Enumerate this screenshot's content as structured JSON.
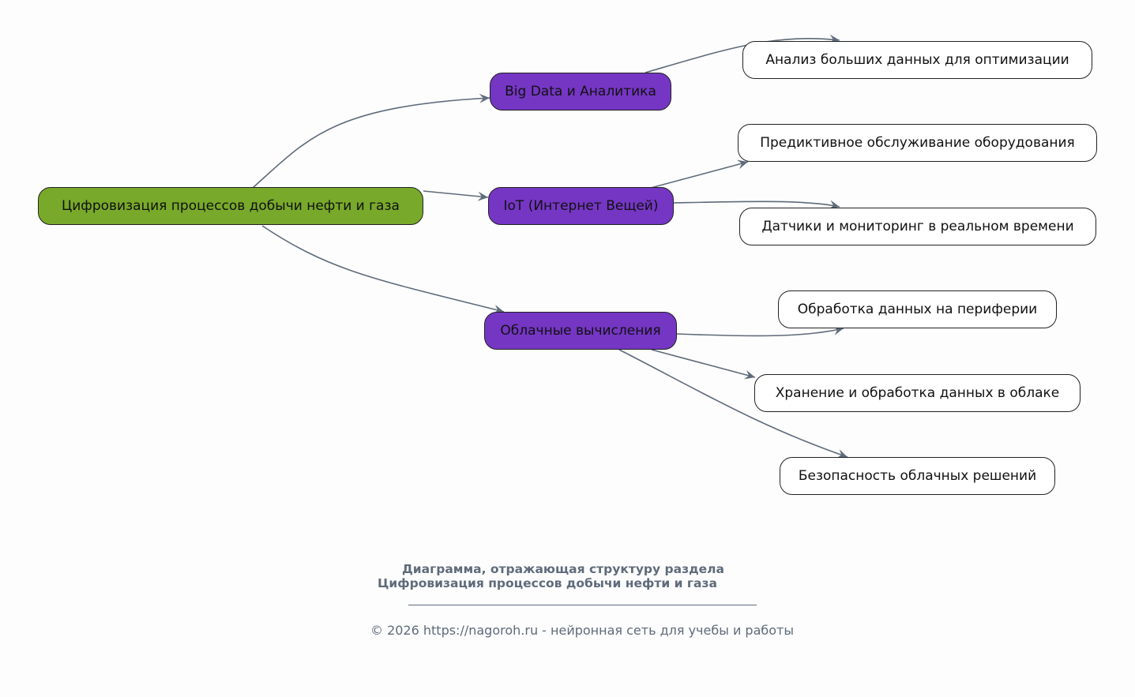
{
  "diagram": {
    "root": {
      "id": "root",
      "label": "Цифровизация процессов добычи нефти и газа",
      "color": "#78a92a"
    },
    "branches": [
      {
        "id": "bigdata",
        "label": "Big Data и Аналитика",
        "color": "#7536c4",
        "children": [
          {
            "id": "bigdata-1",
            "label": "Анализ больших данных для оптимизации"
          }
        ]
      },
      {
        "id": "iot",
        "label": "IoT (Интернет Вещей)",
        "color": "#7536c4",
        "children": [
          {
            "id": "iot-1",
            "label": "Предиктивное обслуживание оборудования"
          },
          {
            "id": "iot-2",
            "label": "Датчики и мониторинг в реальном времени"
          }
        ]
      },
      {
        "id": "cloud",
        "label": "Облачные вычисления",
        "color": "#7536c4",
        "children": [
          {
            "id": "cloud-1",
            "label": "Обработка данных на периферии"
          },
          {
            "id": "cloud-2",
            "label": "Хранение и обработка данных в облаке"
          },
          {
            "id": "cloud-3",
            "label": "Безопасность облачных решений"
          }
        ]
      }
    ],
    "edge_color": "#5f6b7a"
  },
  "caption": {
    "line1": "Диаграмма, отражающая структуру раздела",
    "line2": "Цифровизация процессов добычи нефти и газа",
    "copyright": "© 2026 https://nagoroh.ru - нейронная сеть для учебы и работы"
  }
}
